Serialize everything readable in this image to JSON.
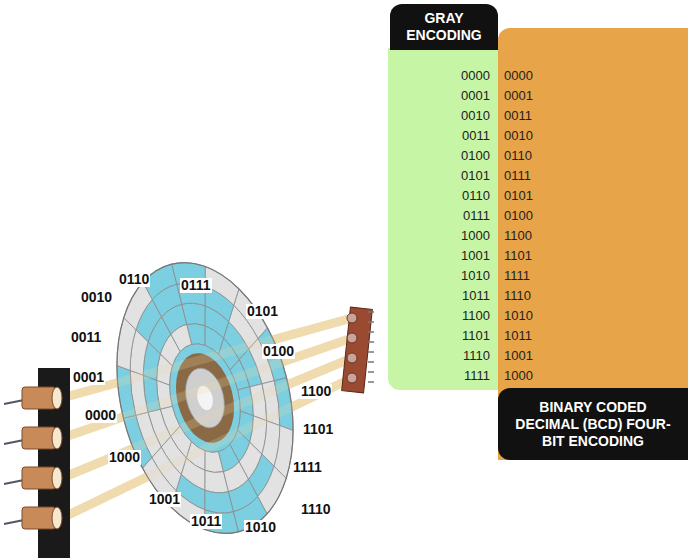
{
  "diagram": {
    "nodes": [
      {
        "text": [
          "GRAY ENCODING"
        ]
      },
      {
        "text": [
          "BINARY CODED DECIMAL (BCD) FOUR-BIT ENCODING"
        ]
      }
    ],
    "labels": [
      "0000",
      "0001",
      "0010",
      "0011",
      "0100",
      "0101",
      "0110",
      "0111",
      "1000",
      "1001",
      "1010",
      "1011",
      "1100",
      "1101",
      "1110",
      "1111",
      "0000",
      "0001",
      "0011",
      "0010",
      "0110",
      "0111",
      "0101",
      "0100",
      "1100",
      "1101",
      "1111",
      "1110",
      "1010",
      "1011",
      "1001",
      "1000",
      "0110",
      "0111",
      "0010",
      "0101",
      "0011",
      "0100",
      "0001",
      "1100",
      "0000",
      "1101",
      "1000",
      "1111",
      "1001",
      "1110",
      "1011",
      "1010"
    ]
  }
}
